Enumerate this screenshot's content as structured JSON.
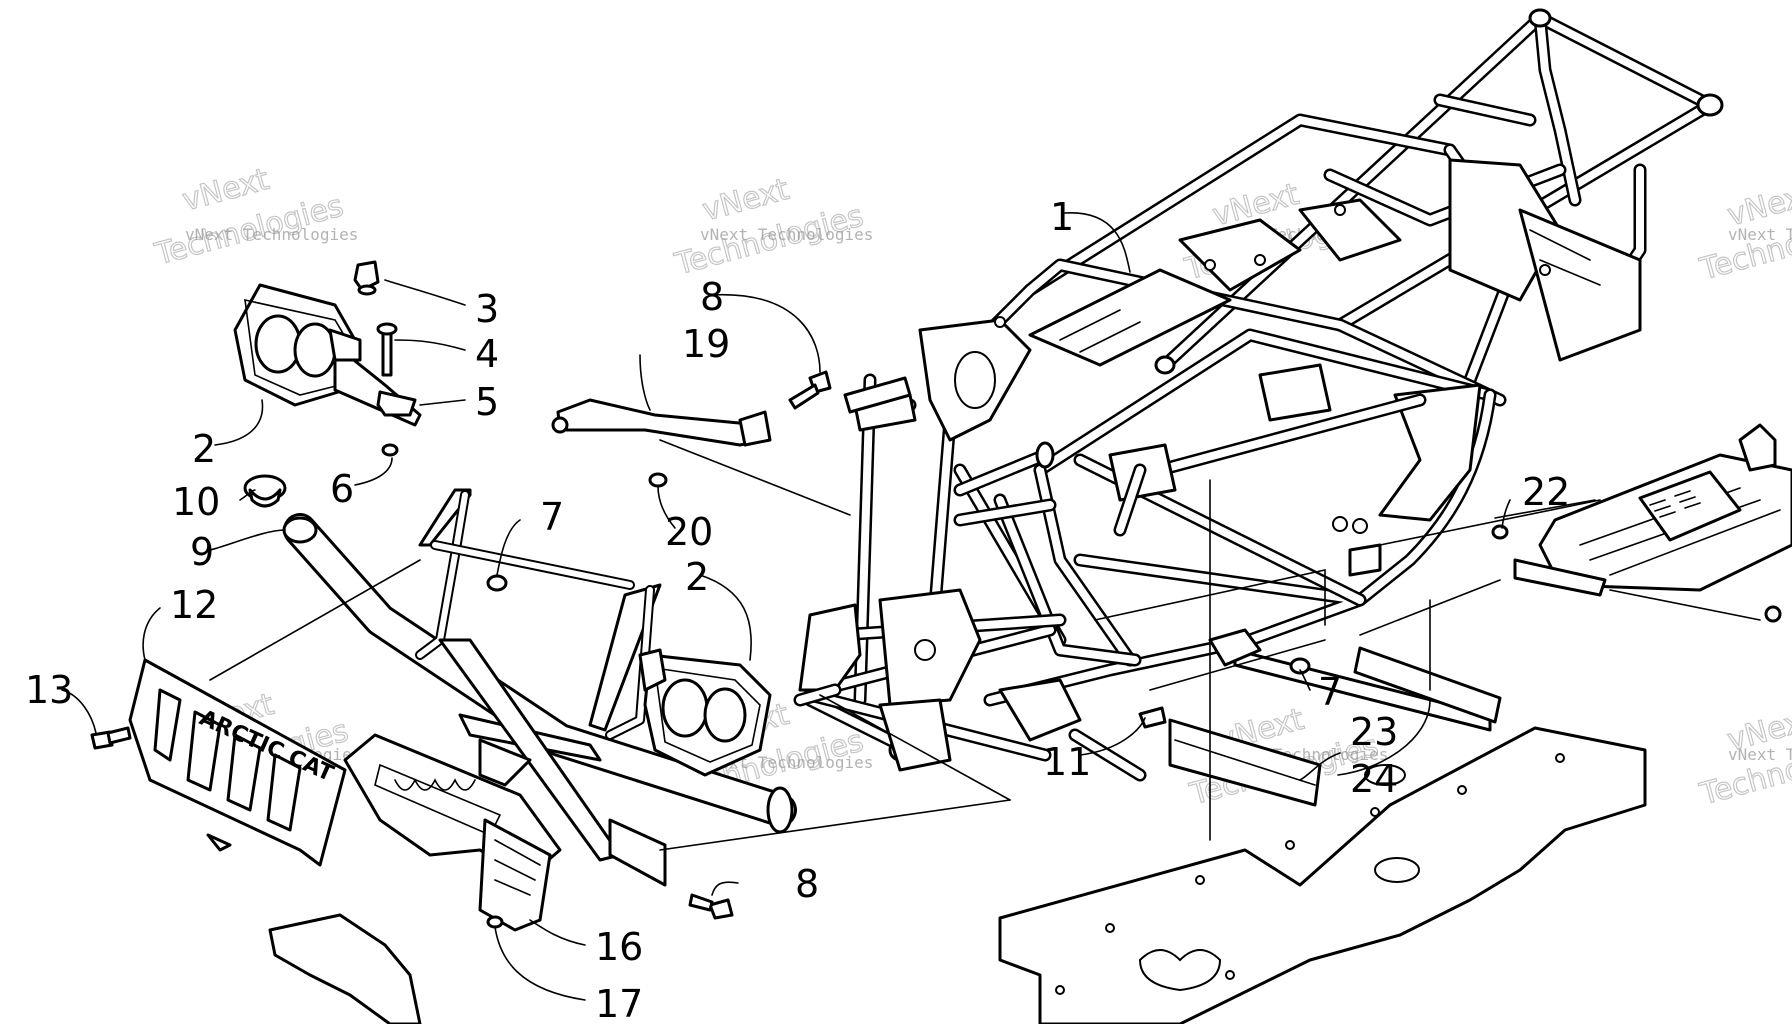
{
  "diagram": {
    "callouts": [
      {
        "id": "c1",
        "label": "1"
      },
      {
        "id": "c2a",
        "label": "2"
      },
      {
        "id": "c2b",
        "label": "2"
      },
      {
        "id": "c3",
        "label": "3"
      },
      {
        "id": "c4",
        "label": "4"
      },
      {
        "id": "c5",
        "label": "5"
      },
      {
        "id": "c6",
        "label": "6"
      },
      {
        "id": "c7a",
        "label": "7"
      },
      {
        "id": "c7b",
        "label": "7"
      },
      {
        "id": "c8a",
        "label": "8"
      },
      {
        "id": "c8b",
        "label": "8"
      },
      {
        "id": "c9",
        "label": "9"
      },
      {
        "id": "c10",
        "label": "10"
      },
      {
        "id": "c11",
        "label": "11"
      },
      {
        "id": "c12",
        "label": "12"
      },
      {
        "id": "c13",
        "label": "13"
      },
      {
        "id": "c16",
        "label": "16"
      },
      {
        "id": "c17",
        "label": "17"
      },
      {
        "id": "c19",
        "label": "19"
      },
      {
        "id": "c20",
        "label": "20"
      },
      {
        "id": "c22",
        "label": "22"
      },
      {
        "id": "c23",
        "label": "23"
      },
      {
        "id": "c24",
        "label": "24"
      }
    ],
    "grille_logo": "ARCTIC CAT",
    "watermark": {
      "small": "vNext Technologies",
      "big": "Technologies",
      "top": "vNext"
    }
  }
}
